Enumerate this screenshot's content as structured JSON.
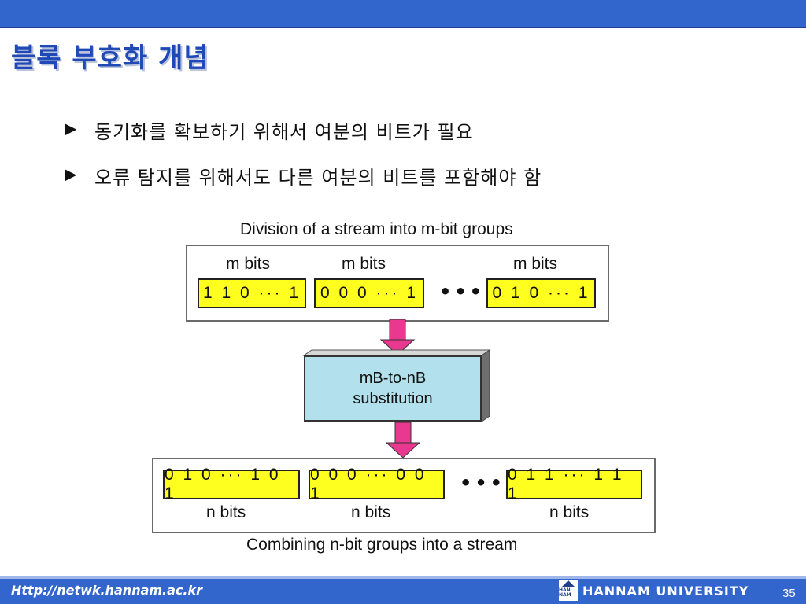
{
  "slide": {
    "title": "블록 부호화 개념",
    "bullets": [
      "동기화를 확보하기 위해서 여분의 비트가 필요",
      "오류 탐지를 위해서도 다른 여분의 비트를 포함해야 함"
    ],
    "bullet_marker": "▶"
  },
  "diagram": {
    "top_caption": "Division of a stream into m-bit groups",
    "top_groups": [
      {
        "label": "m bits",
        "value": "1 1 0 ··· 1"
      },
      {
        "label": "m bits",
        "value": "0 0 0 ··· 1"
      },
      {
        "label": "m bits",
        "value": "0 1 0 ··· 1"
      }
    ],
    "ellipsis": "•••",
    "substitution_line1": "mB-to-nB",
    "substitution_line2": "substitution",
    "bottom_groups": [
      {
        "label": "n bits",
        "value": "0 1 0 ··· 1 0 1"
      },
      {
        "label": "n bits",
        "value": "0 0 0 ··· 0 0 1"
      },
      {
        "label": "n bits",
        "value": "0 1 1 ··· 1 1 1"
      }
    ],
    "bottom_caption": "Combining n-bit groups into a stream",
    "colors": {
      "group_fill": "#ffff1f",
      "box_fill": "#b2e0ec",
      "arrow": "#e8388f"
    }
  },
  "footer": {
    "url": "Http://netwk.hannam.ac.kr",
    "university": "HANNAM  UNIVERSITY",
    "logo_text": "HAN NAM",
    "page_number": "35"
  }
}
